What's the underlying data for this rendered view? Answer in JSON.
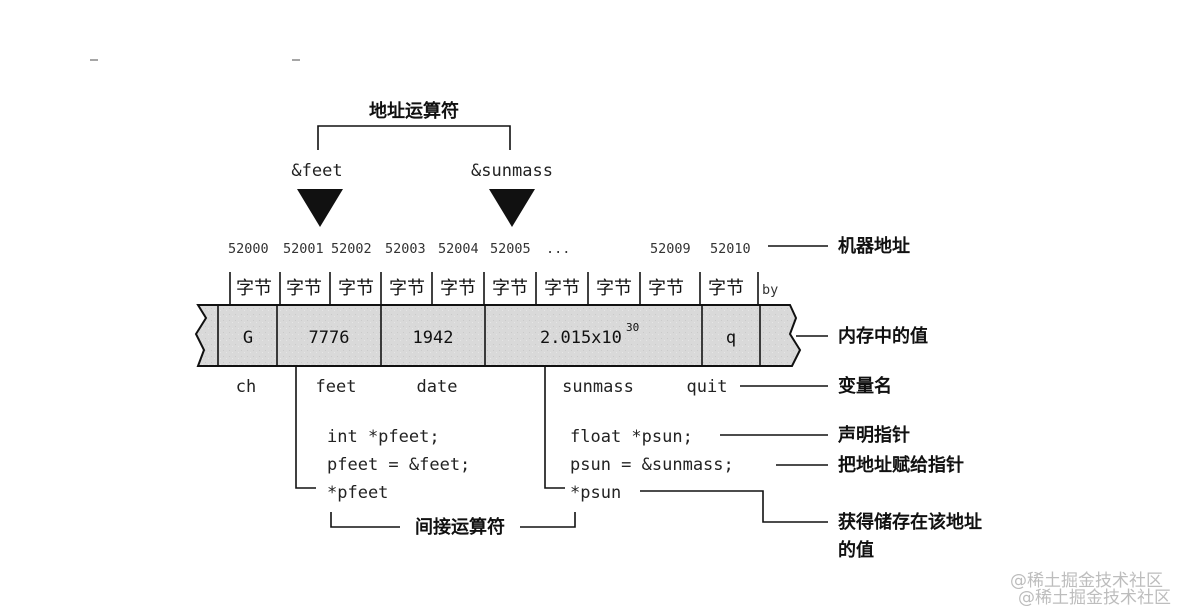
{
  "labels": {
    "address_operator": "地址运算符",
    "machine_address": "机器地址",
    "value_in_memory": "内存中的值",
    "variable_name": "变量名",
    "declare_pointer": "声明指针",
    "assign_address": "把地址赋给指针",
    "get_value_line1": "获得储存在该地址",
    "get_value_line2": "的值",
    "indirection_operator": "间接运算符"
  },
  "operators": {
    "feet_address": "&feet",
    "sunmass_address": "&sunmass"
  },
  "addresses": [
    "52000",
    "52001",
    "52002",
    "52003",
    "52004",
    "52005",
    "...",
    "52009",
    "52010"
  ],
  "byte_label": "字节",
  "byte_tail": "by",
  "memory_cells": {
    "ch": "G",
    "feet": "7776",
    "date": "1942",
    "sunmass_base": "2.015x10",
    "sunmass_exp": "30",
    "quit": "q"
  },
  "variable_names": [
    "ch",
    "feet",
    "date",
    "sunmass",
    "quit"
  ],
  "code": {
    "int_decl": "int *pfeet;",
    "int_assign": "pfeet = &feet;",
    "int_deref": "*pfeet",
    "float_decl": "float *psun;",
    "float_assign": "psun = &sunmass;",
    "float_deref": "*psun"
  },
  "watermark": {
    "line1": "@稀土掘金技术社区",
    "line2": "@稀土掘金技术社区"
  },
  "colors": {
    "memory_fill": "#d8d8d8",
    "ink": "#111111"
  }
}
